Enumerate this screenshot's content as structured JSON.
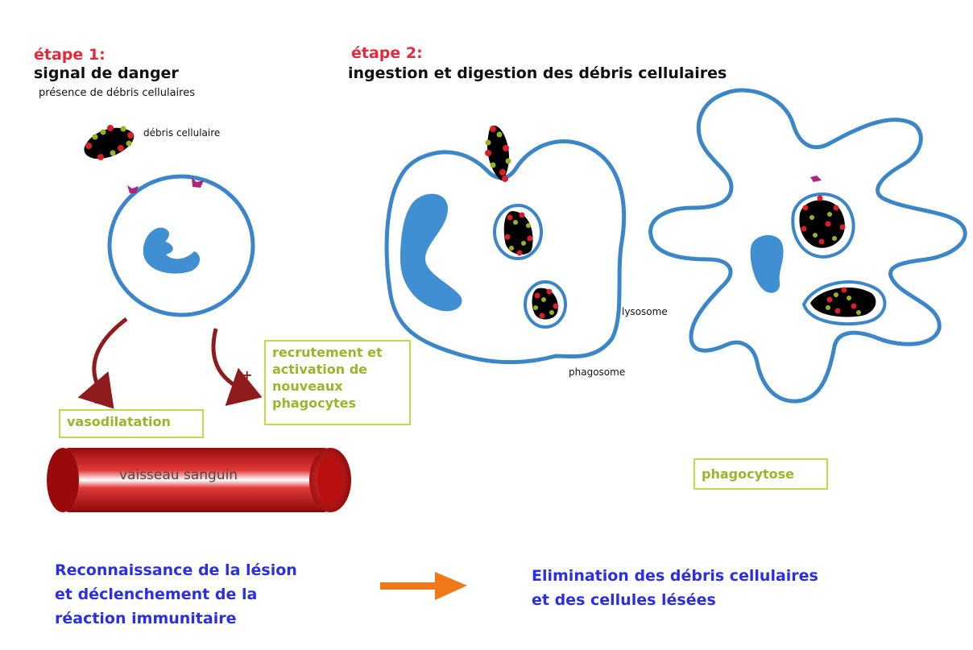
{
  "step1": {
    "title": "étape 1:",
    "heading": "signal de danger",
    "subheading": "présence de débris cellulaires",
    "debris_label": "débris cellulaire",
    "vasodilation_box": "vasodilatation",
    "vessel_label": "vaisseau sanguin",
    "recruitment_box_lines": [
      "recrutement et",
      "activation de",
      "nouveaux",
      "phagocytes"
    ],
    "plus_sign": "+"
  },
  "step2": {
    "title": "étape 2:",
    "heading": "ingestion et digestion des débris cellulaires",
    "lysosome_label": "lysosome",
    "phagosome_label": "phagosome",
    "phagocytosis_box": "phagocytose"
  },
  "bottom": {
    "left_lines": [
      "Reconnaissance de la lésion",
      "et déclenchement de la",
      "réaction immunitaire"
    ],
    "right_lines": [
      "Elimination des débris cellulaires",
      "et des cellules lésées"
    ]
  },
  "colors": {
    "step_title": "#e8283a",
    "cell_membrane": "#3a86c8",
    "nucleus": "#3f8fd2",
    "box_border": "#c3d84a",
    "box_text": "#9bb52a",
    "bottom_text": "#2a2fe6",
    "arrow_dark_red": "#8e1c1c",
    "arrow_orange": "#f07818",
    "vessel": "#c41212",
    "debris_fill": "#000000",
    "debris_red": "#d8202a",
    "debris_green": "#9ab21e"
  }
}
